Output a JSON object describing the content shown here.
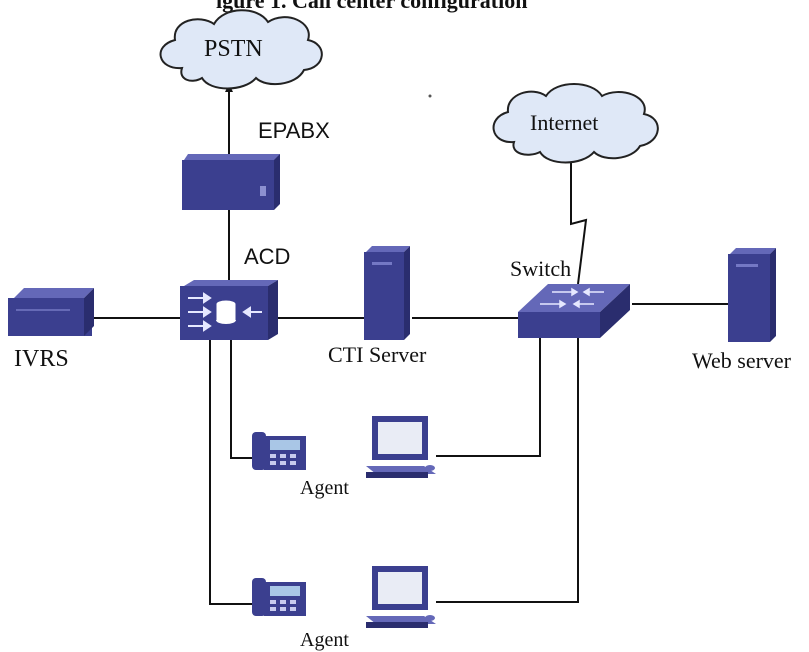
{
  "labels": {
    "header": "igure 1. Call center configuration",
    "pstn": "PSTN",
    "internet": "Internet",
    "epabx": "EPABX",
    "acd": "ACD",
    "switch": "Switch",
    "ivrs": "IVRS",
    "cti_server": "CTI Server",
    "web_server": "Web server",
    "agent_1": "Agent",
    "agent_2": "Agent"
  },
  "colors": {
    "device_front": "#3b3f8f",
    "device_side": "#2a2d6e",
    "device_top": "#6468b8",
    "cloud_fill": "#dfe8f7",
    "cloud_stroke": "#222222",
    "line": "#111111"
  },
  "icons": {
    "pstn": "cloud-icon",
    "internet": "cloud-icon",
    "epabx": "pbx-cabinet-icon",
    "acd": "acd-router-icon",
    "ivrs": "ivr-unit-icon",
    "cti_server": "server-tower-icon",
    "web_server": "server-tower-icon",
    "switch": "network-switch-icon",
    "phone": "desk-phone-icon",
    "pc": "desktop-computer-icon"
  }
}
